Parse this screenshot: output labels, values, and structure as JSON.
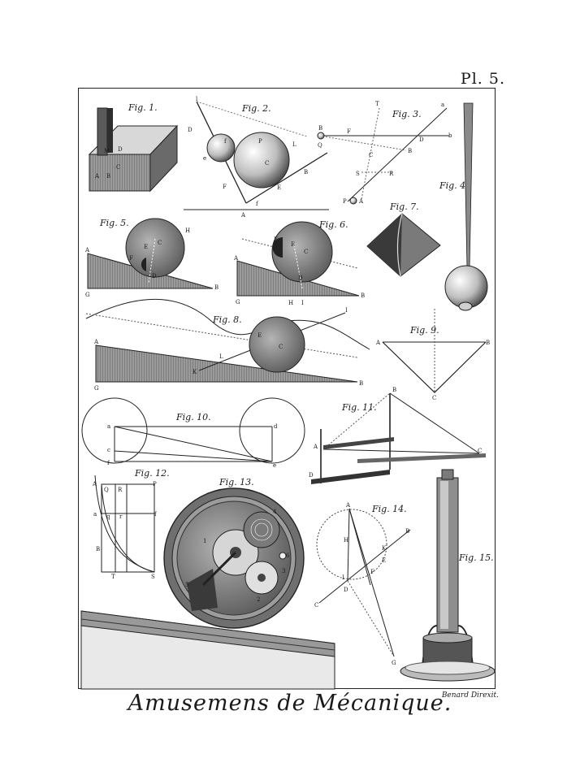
{
  "plate": {
    "number": "Pl. 5.",
    "title": "Amusemens de Mécanique.",
    "engraver": "Benard Direxit."
  },
  "figures": [
    {
      "id": "fig1",
      "label": "Fig. 1.",
      "letters": [
        "M",
        "D",
        "C",
        "A",
        "B"
      ]
    },
    {
      "id": "fig2",
      "label": "Fig. 2.",
      "letters": [
        "l",
        "D",
        "f",
        "P",
        "L",
        "e",
        "C",
        "F",
        "E",
        "B",
        "A",
        "f"
      ]
    },
    {
      "id": "fig3",
      "label": "Fig. 3.",
      "letters": [
        "T",
        "a",
        "B",
        "F",
        "b",
        "Q",
        "D",
        "C",
        "B",
        "S",
        "R",
        "P",
        "A"
      ]
    },
    {
      "id": "fig4",
      "label": "Fig. 4."
    },
    {
      "id": "fig5",
      "label": "Fig. 5.",
      "letters": [
        "H",
        "E",
        "C",
        "A",
        "F",
        "D",
        "G",
        "B"
      ]
    },
    {
      "id": "fig6",
      "label": "Fig. 6.",
      "letters": [
        "F",
        "E",
        "C",
        "A",
        "D",
        "G",
        "H",
        "I",
        "B"
      ]
    },
    {
      "id": "fig7",
      "label": "Fig. 7."
    },
    {
      "id": "fig8",
      "label": "Fig. 8.",
      "letters": [
        "I",
        "A",
        "E",
        "C",
        "L",
        "K",
        "G",
        "B"
      ]
    },
    {
      "id": "fig9",
      "label": "Fig. 9.",
      "letters": [
        "A",
        "B",
        "C"
      ]
    },
    {
      "id": "fig10",
      "label": "Fig. 10.",
      "letters": [
        "a",
        "d",
        "c",
        "f",
        "e"
      ]
    },
    {
      "id": "fig11",
      "label": "Fig. 11.",
      "letters": [
        "B",
        "A",
        "C",
        "D"
      ]
    },
    {
      "id": "fig12",
      "label": "Fig. 12.",
      "letters": [
        "A",
        "Q",
        "R",
        "P",
        "a",
        "q",
        "r",
        "f",
        "B",
        "T",
        "S"
      ]
    },
    {
      "id": "fig13",
      "label": "Fig. 13.",
      "letters": [
        "1",
        "2",
        "3",
        "4",
        "5",
        "6"
      ]
    },
    {
      "id": "fig14",
      "label": "Fig. 14.",
      "letters": [
        "A",
        "H",
        "K",
        "E",
        "B",
        "I",
        "F",
        "D",
        "C",
        "G"
      ]
    },
    {
      "id": "fig15",
      "label": "Fig. 15."
    }
  ],
  "palette": {
    "ink": "#1a1a1a",
    "paper": "#ffffff",
    "shade": "#8a8a8a",
    "dark": "#4a4a4a"
  }
}
